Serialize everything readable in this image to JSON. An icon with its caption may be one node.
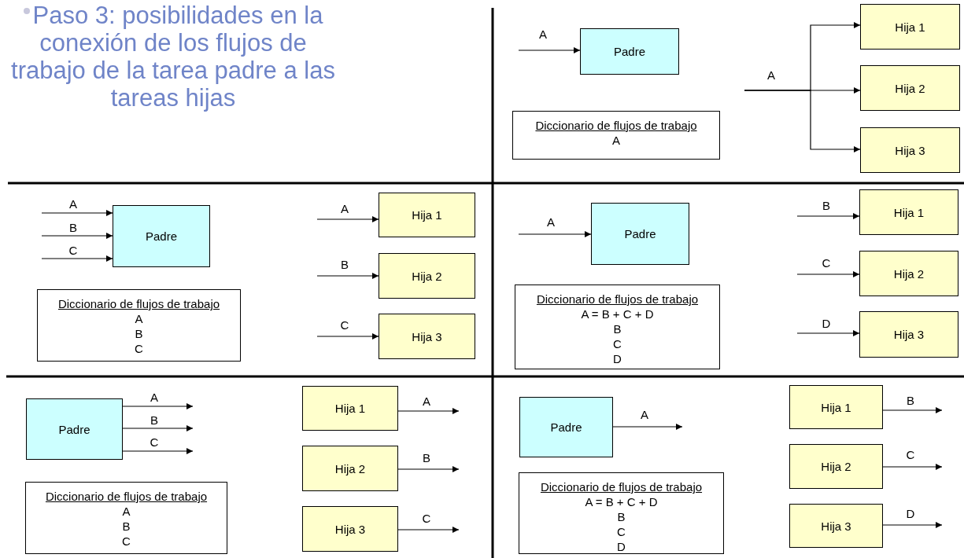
{
  "diagram": {
    "title": "Paso 3: posibilidades en la conexión de los flujos de trabajo de la tarea padre a las tareas hijas",
    "nodes": [
      {
        "text": [
          "Padre"
        ]
      },
      {
        "text": [
          "Diccionario de flujos de trabajo",
          "A"
        ]
      },
      {
        "text": [
          "Hija 1"
        ]
      },
      {
        "text": [
          "Hija 2"
        ]
      },
      {
        "text": [
          "Hija 3"
        ]
      },
      {
        "text": [
          "Padre"
        ]
      },
      {
        "text": [
          "Diccionario de flujos de trabajo",
          "A",
          "B",
          "C"
        ]
      },
      {
        "text": [
          "Hija 1"
        ]
      },
      {
        "text": [
          "Hija 2"
        ]
      },
      {
        "text": [
          "Hija 3"
        ]
      },
      {
        "text": [
          "Padre"
        ]
      },
      {
        "text": [
          "Diccionario de flujos de trabajo",
          "A = B + C + D",
          "B",
          "C",
          "D"
        ]
      },
      {
        "text": [
          "Hija 1"
        ]
      },
      {
        "text": [
          "Hija 2"
        ]
      },
      {
        "text": [
          "Hija 3"
        ]
      },
      {
        "text": [
          "Padre"
        ]
      },
      {
        "text": [
          "Diccionario de flujos de trabajo",
          "A",
          "B",
          "C"
        ]
      },
      {
        "text": [
          "Hija 1"
        ]
      },
      {
        "text": [
          "Hija 2"
        ]
      },
      {
        "text": [
          "Hija 3"
        ]
      },
      {
        "text": [
          "Padre"
        ]
      },
      {
        "text": [
          "Diccionario de flujos de trabajo",
          "A = B + C + D",
          "B",
          "C",
          "D"
        ]
      },
      {
        "text": [
          "Hija 1"
        ]
      },
      {
        "text": [
          "Hija 2"
        ]
      },
      {
        "text": [
          "Hija 3"
        ]
      }
    ],
    "edges": [
      {
        "from": null,
        "to": 0,
        "arrow": "to",
        "label": "A"
      },
      {
        "from": null,
        "to": 2,
        "arrow": "to",
        "label": "A"
      },
      {
        "from": null,
        "to": 3,
        "arrow": "to"
      },
      {
        "from": null,
        "to": 4,
        "arrow": "to"
      },
      {
        "from": null,
        "to": 5,
        "arrow": "to",
        "label": "A"
      },
      {
        "from": null,
        "to": 5,
        "arrow": "to",
        "label": "B"
      },
      {
        "from": null,
        "to": 5,
        "arrow": "to",
        "label": "C"
      },
      {
        "from": null,
        "to": 7,
        "arrow": "to",
        "label": "A"
      },
      {
        "from": null,
        "to": 8,
        "arrow": "to",
        "label": "B"
      },
      {
        "from": null,
        "to": 9,
        "arrow": "to",
        "label": "C"
      },
      {
        "from": null,
        "to": 10,
        "arrow": "to",
        "label": "A"
      },
      {
        "from": null,
        "to": 12,
        "arrow": "to",
        "label": "B"
      },
      {
        "from": null,
        "to": 13,
        "arrow": "to",
        "label": "C"
      },
      {
        "from": null,
        "to": 14,
        "arrow": "to",
        "label": "D"
      },
      {
        "from": 15,
        "to": null,
        "arrow": "to",
        "label": "A"
      },
      {
        "from": 15,
        "to": null,
        "arrow": "to",
        "label": "B"
      },
      {
        "from": 15,
        "to": null,
        "arrow": "to",
        "label": "C"
      },
      {
        "from": 17,
        "to": null,
        "arrow": "to",
        "label": "A"
      },
      {
        "from": 18,
        "to": null,
        "arrow": "to",
        "label": "B"
      },
      {
        "from": 19,
        "to": null,
        "arrow": "to",
        "label": "C"
      },
      {
        "from": 20,
        "to": null,
        "arrow": "to",
        "label": "A"
      },
      {
        "from": 22,
        "to": null,
        "arrow": "to",
        "label": "B"
      },
      {
        "from": 23,
        "to": null,
        "arrow": "to",
        "label": "C"
      },
      {
        "from": 24,
        "to": null,
        "arrow": "to",
        "label": "D"
      }
    ]
  }
}
